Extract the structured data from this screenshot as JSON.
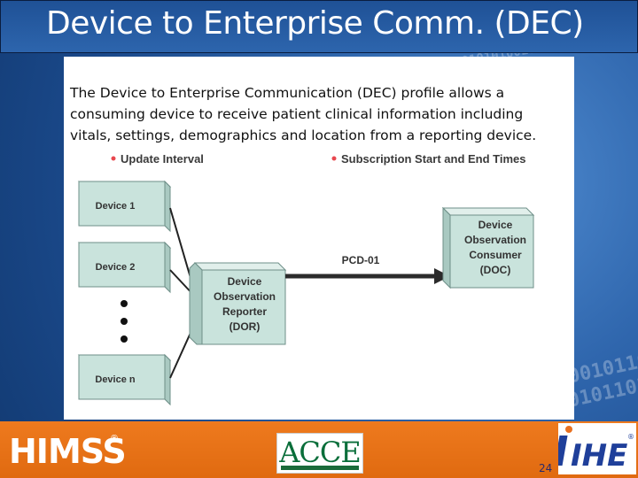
{
  "slide": {
    "title": "Device to Enterprise Comm. (DEC)",
    "intro": "The Device to Enterprise Communication (DEC) profile allows a consuming device to receive patient clinical information including vitals, settings, demographics and location from a reporting device.",
    "page_number": "24"
  },
  "diagram": {
    "bullets": [
      "Update Interval",
      "Subscription Start and End Times"
    ],
    "devices": [
      "Device 1",
      "Device 2",
      "Device n"
    ],
    "reporter": [
      "Device",
      "Observation",
      "Reporter",
      "(DOR)"
    ],
    "consumer": [
      "Device",
      "Observation",
      "Consumer",
      "(DOC)"
    ],
    "transaction_label": "PCD-01"
  },
  "logos": {
    "himss": "HIMSS",
    "himss_mark": "®",
    "acce": "ACCE",
    "ihe": "IHE",
    "ihe_mark": "®"
  },
  "colors": {
    "box_fill": "#c9e3dc",
    "box_top": "#e1efeb",
    "box_side": "#a9c9c1",
    "box_stroke": "#6e8f88",
    "arrow": "#2b2b2b",
    "orange": "#e87020"
  }
}
